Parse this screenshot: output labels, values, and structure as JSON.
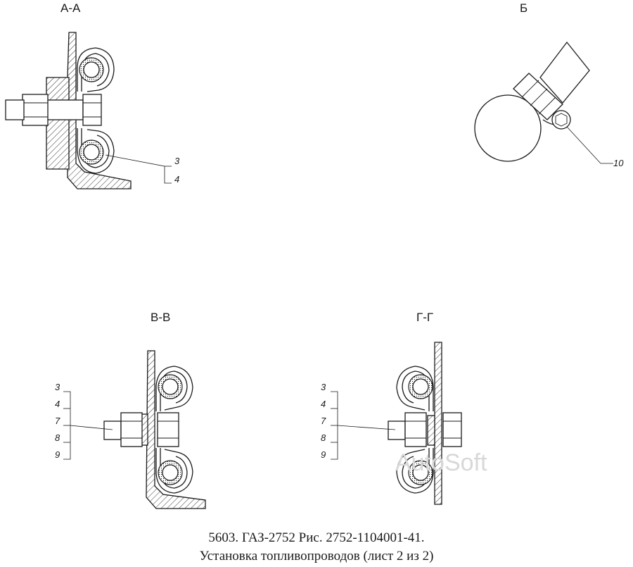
{
  "views": {
    "aa": {
      "label": "А-А",
      "callouts": [
        "3",
        "4"
      ]
    },
    "b": {
      "label": "Б",
      "callouts": [
        "10"
      ]
    },
    "vv": {
      "label": "В-В",
      "callouts": [
        "3",
        "4",
        "7",
        "8",
        "9"
      ]
    },
    "gg": {
      "label": "Г-Г",
      "callouts": [
        "3",
        "4",
        "7",
        "8",
        "9"
      ]
    }
  },
  "watermark": "AutoSoft",
  "caption": {
    "line1": "5603. ГАЗ-2752 Рис. 2752-1104001-41.",
    "line2": "Установка топливопроводов (лист 2 из 2)"
  }
}
